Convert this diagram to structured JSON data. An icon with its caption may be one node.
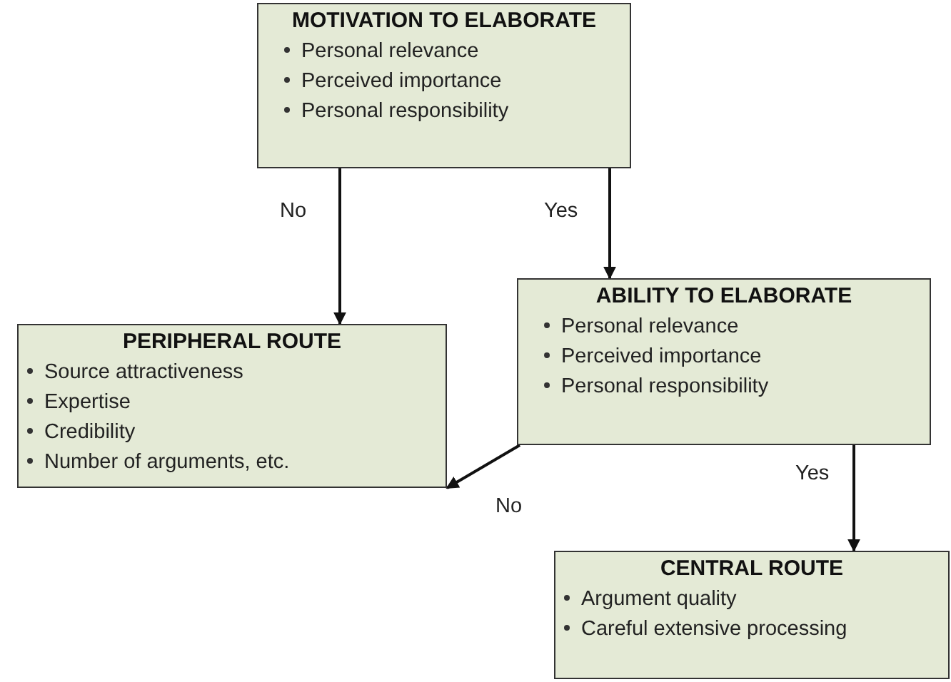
{
  "diagram": {
    "nodes": [
      {
        "text": [
          "MOTIVATION TO ELABORATE",
          "Personal relevance",
          "Perceived importance",
          "Personal responsibility"
        ]
      },
      {
        "text": [
          "PERIPHERAL ROUTE",
          "Source attractiveness",
          "Expertise",
          "Credibility",
          "Number of arguments, etc."
        ]
      },
      {
        "text": [
          "ABILITY TO ELABORATE",
          "Personal relevance",
          "Perceived importance",
          "Personal responsibility"
        ]
      },
      {
        "text": [
          "CENTRAL ROUTE",
          "Argument quality",
          "Careful extensive processing"
        ]
      }
    ],
    "edges": [
      {
        "from": 0,
        "to": 1,
        "arrow": "to",
        "label": "No"
      },
      {
        "from": 0,
        "to": 2,
        "arrow": "to",
        "label": "Yes"
      },
      {
        "from": 2,
        "to": 1,
        "arrow": "to",
        "label": "No"
      },
      {
        "from": 2,
        "to": 3,
        "arrow": "to",
        "label": "Yes"
      }
    ]
  }
}
